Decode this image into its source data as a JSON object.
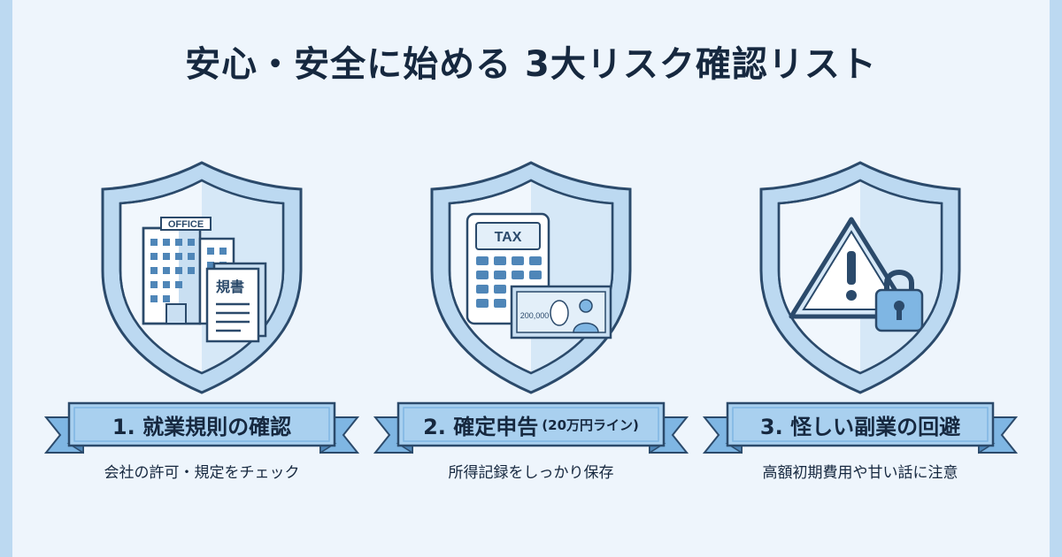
{
  "page": {
    "title": "安心・安全に始める 3大リスク確認リスト"
  },
  "cards": [
    {
      "title": "1. 就業規則の確認",
      "caption": "会社の許可・規定をチェック",
      "icon": "office-building-with-rules-document-icon",
      "illustration_labels": {
        "building_sign": "OFFICE",
        "document_label": "規書"
      }
    },
    {
      "title": "2. 確定申告",
      "title_suffix": "(20万円ライン)",
      "caption": "所得記録をしっかり保存",
      "icon": "tax-calculator-with-banknote-icon",
      "illustration_labels": {
        "calculator_label": "TAX",
        "banknote_amount": "200,000"
      }
    },
    {
      "title": "3. 怪しい副業の回避",
      "caption": "高額初期費用や甘い話に注意",
      "icon": "warning-triangle-with-padlock-icon"
    }
  ],
  "colors": {
    "background": "#eef5fc",
    "shield_outer": "#bcd9f1",
    "shield_inner": "#e8f2fb",
    "accent": "#7fb6e3",
    "outline": "#2b4a6b",
    "text": "#16283f"
  }
}
